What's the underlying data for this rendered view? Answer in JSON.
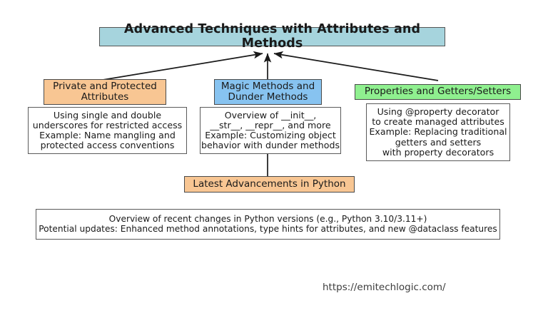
{
  "diagram": {
    "title_box": {
      "label": "Advanced Techniques with Attributes and Methods",
      "color": "#a6d4dd"
    },
    "branches": [
      {
        "header": "Private and Protected\nAttributes",
        "color": "#f8c693",
        "detail": "Using single and double\nunderscores for restricted access\nExample: Name mangling and\nprotected access conventions"
      },
      {
        "header": "Magic Methods and\nDunder Methods",
        "color": "#87c3f0",
        "detail": "Overview of __init__,\n__str__, __repr__, and more\nExample: Customizing object\nbehavior with dunder methods"
      },
      {
        "header": "Properties and Getters/Setters",
        "color": "#8ff08f",
        "detail": "Using @property decorator\nto create managed attributes\nExample: Replacing traditional\ngetters and setters\nwith property decorators"
      }
    ],
    "latest_box": {
      "label": "Latest Advancements in Python",
      "color": "#f8c693"
    },
    "summary_box": {
      "text": "Overview of recent changes in Python versions (e.g., Python 3.10/3.11+)\nPotential updates: Enhanced method annotations, type hints for attributes, and new @dataclass features"
    },
    "watermark": "https://emitechlogic.com/"
  }
}
